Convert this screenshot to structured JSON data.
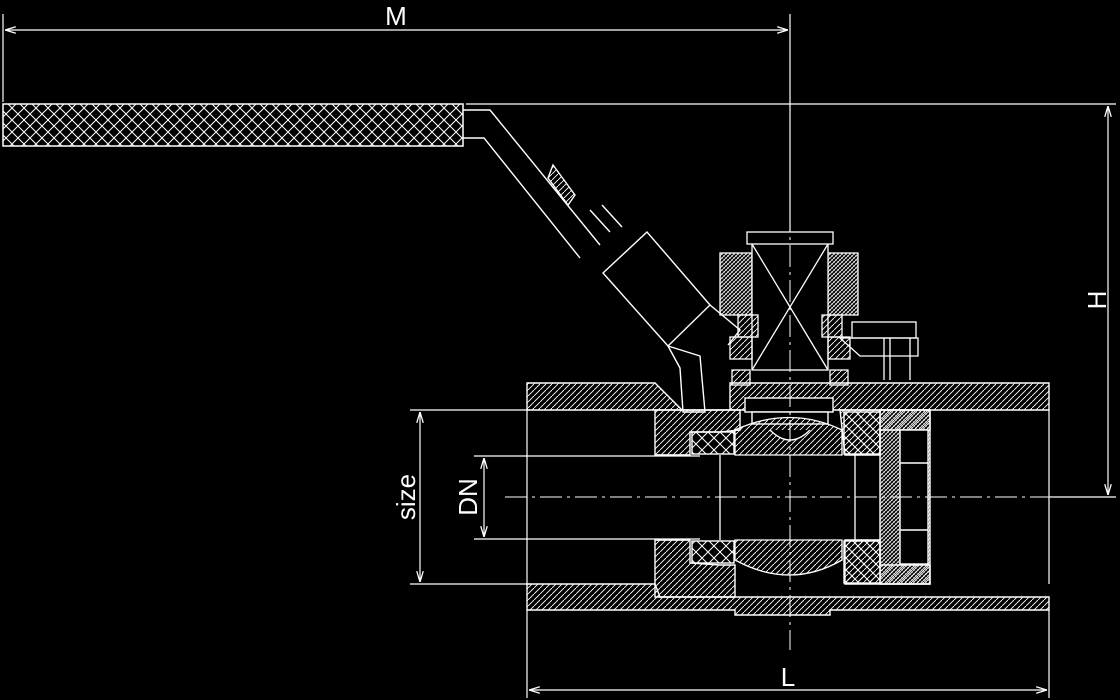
{
  "drawing": {
    "labels": {
      "overall_length": "M",
      "height": "H",
      "size": "size",
      "nominal_diameter": "DN",
      "body_length": "L"
    },
    "colors": {
      "background": "#000000",
      "line": "#ffffff"
    }
  }
}
